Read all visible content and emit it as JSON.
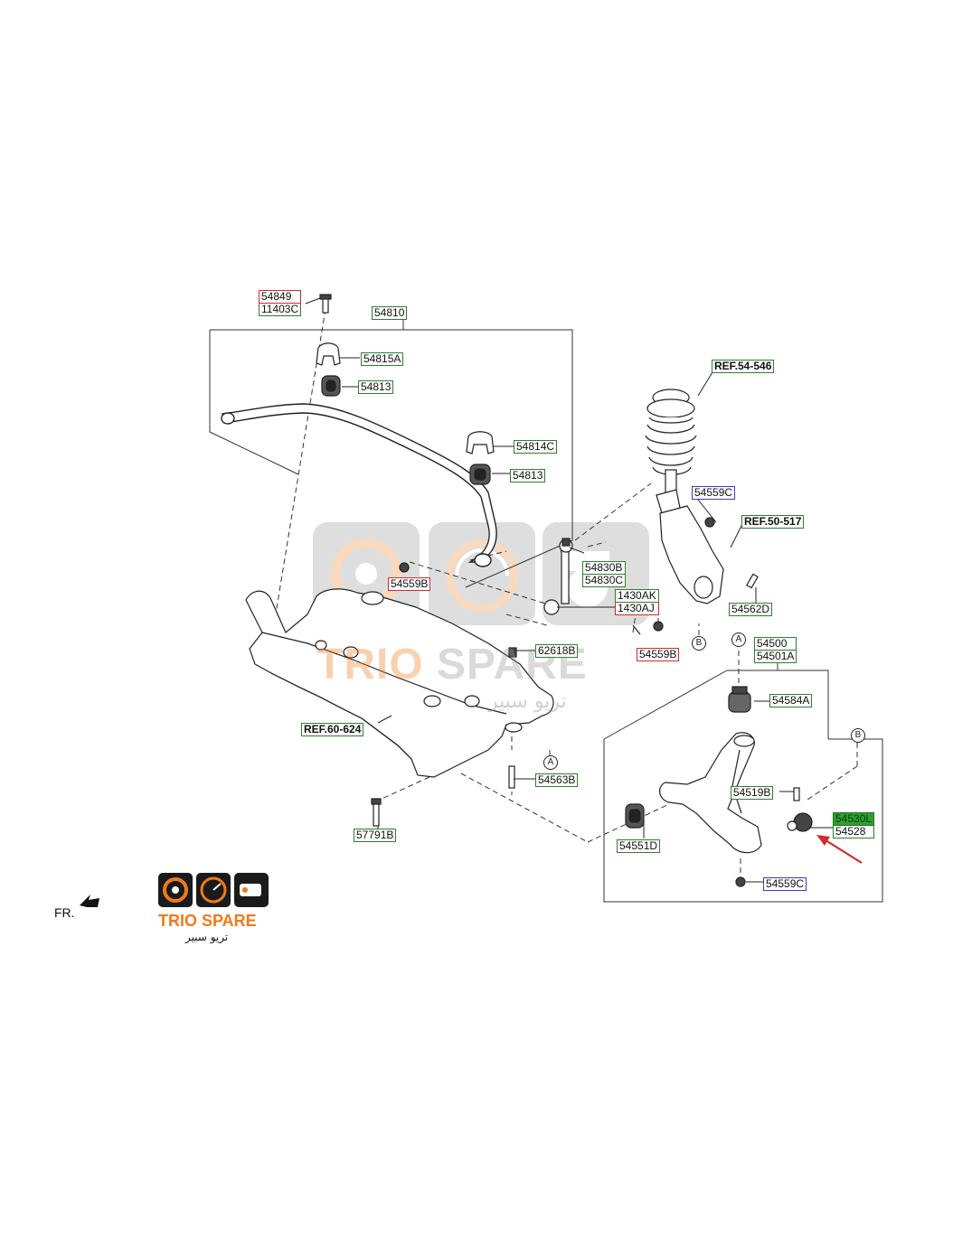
{
  "part_labels": {
    "p54849": "54849",
    "p11403C": "11403C",
    "p54810": "54810",
    "p54815A": "54815A",
    "p54813a": "54813",
    "p54814C": "54814C",
    "p54813b": "54813",
    "p54559B_left": "54559B",
    "p54830B": "54830B",
    "p54830C": "54830C",
    "p1430AK": "1430AK",
    "p1430AJ": "1430AJ",
    "p54559B_right": "54559B",
    "ref54_546": "REF.54-546",
    "p54559C_top": "54559C",
    "ref50_517": "REF.50-517",
    "p54562D": "54562D",
    "p54500": "54500",
    "p54501A": "54501A",
    "p62618B": "62618B",
    "ref60_624": "REF.60-624",
    "p54584A": "54584A",
    "p54563B": "54563B",
    "p54519B": "54519B",
    "p54530L": "54530L",
    "p54528": "54528",
    "p57791B": "57791B",
    "p54551D": "54551D",
    "p54559C_bottom": "54559C"
  },
  "callouts": {
    "a1": "A",
    "a2": "A",
    "b1": "B",
    "b2": "B"
  },
  "direction_label": "FR.",
  "watermark": {
    "brand_en": "TRIO SPARE",
    "brand_ar": "تريو سبير"
  },
  "brand_logo": {
    "brand_en": "TRIO SPARE",
    "brand_ar": "تريو سبير"
  },
  "colors": {
    "label_border_green": "#2f7d2f",
    "label_border_red": "#d42a2a",
    "label_border_blue": "#3a3ad0",
    "highlight_fill": "#2fa02f",
    "pointer_arrow": "#d42a2a",
    "brand_orange": "#f07a1a"
  }
}
